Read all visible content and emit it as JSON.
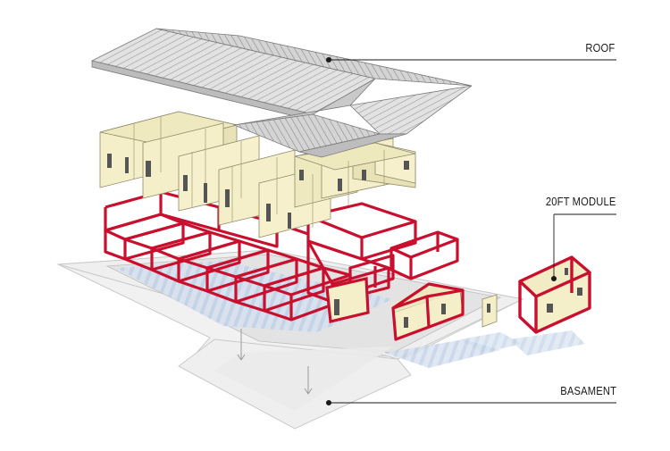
{
  "labels": {
    "roof": "ROOF",
    "module": "20FT MODULE",
    "basement": "BASAMENT"
  },
  "colors": {
    "frame_red": "#c8102e",
    "wall_cream": "#f4efc8",
    "roof_gray": "#dadada",
    "base_gray": "#eeeeee",
    "shadow_blue": "#c4d3e8",
    "leader_line": "#1a1a1a"
  }
}
